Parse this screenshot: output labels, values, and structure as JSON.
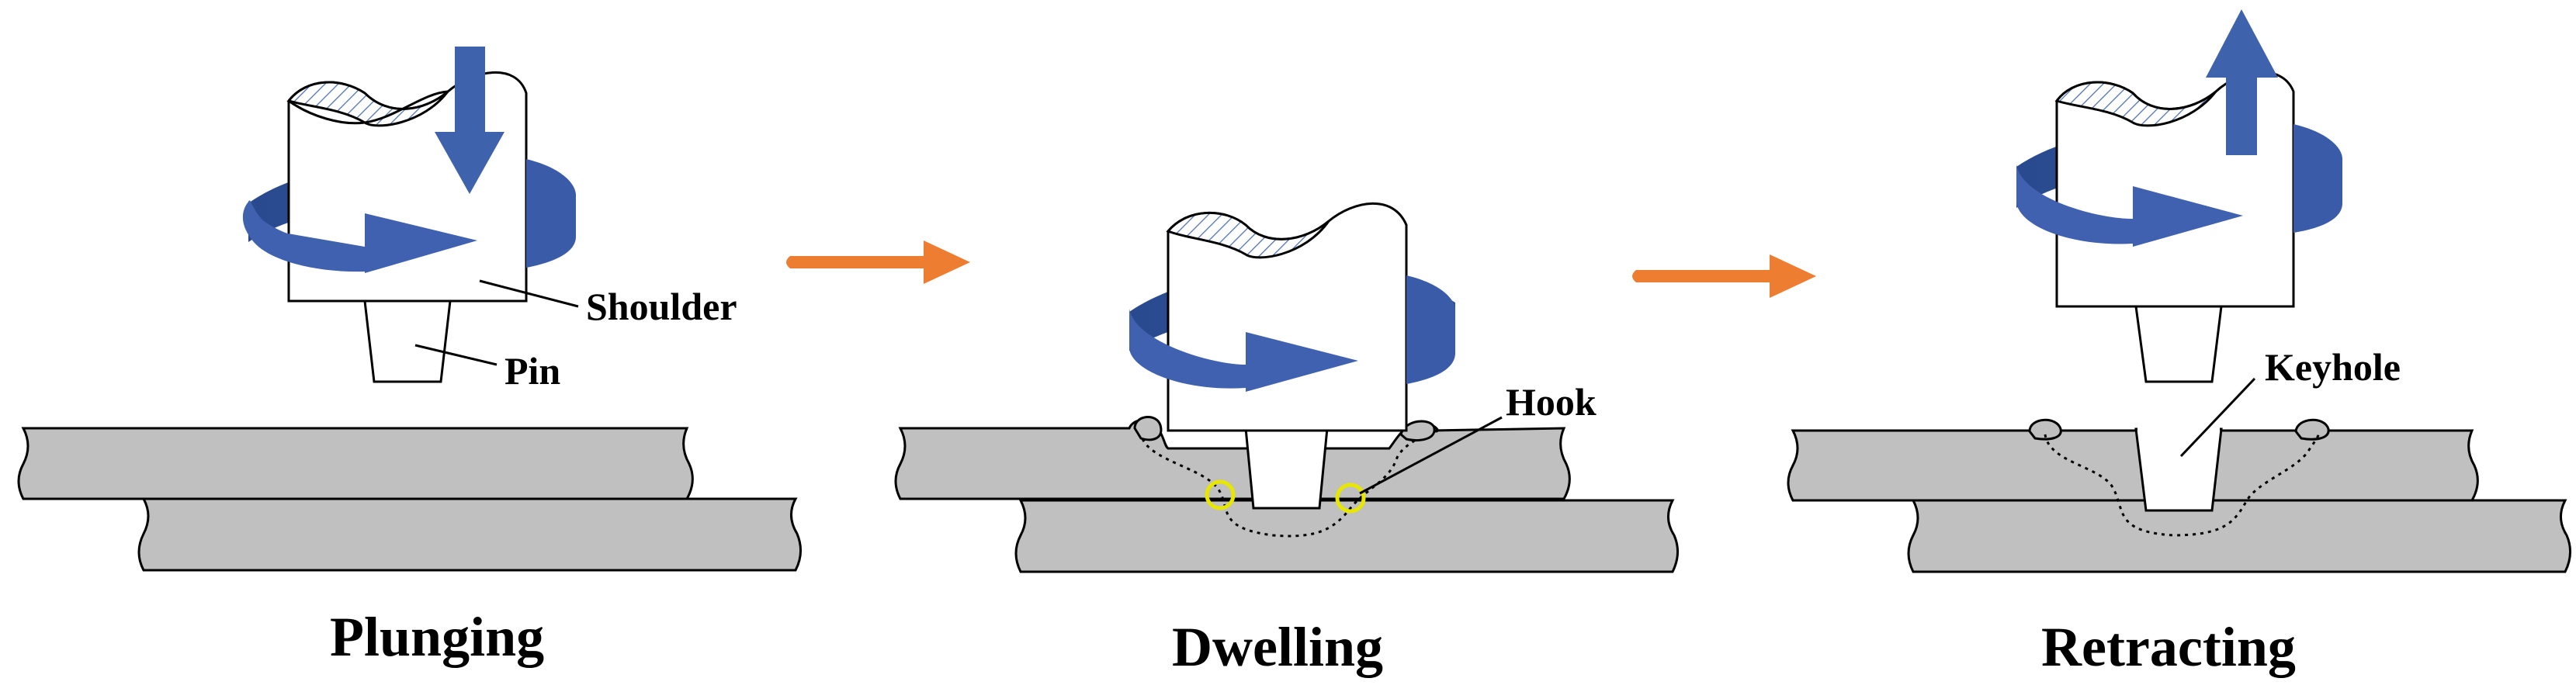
{
  "stages": [
    {
      "title": "Plunging",
      "labels": {
        "shoulder": "Shoulder",
        "pin": "Pin"
      }
    },
    {
      "title": "Dwelling",
      "labels": {
        "hook": "Hook"
      }
    },
    {
      "title": "Retracting",
      "labels": {
        "keyhole": "Keyhole"
      }
    }
  ],
  "colors": {
    "rotation_arrow": "#3f62ad",
    "motion_arrow": "#3f62ad",
    "process_arrow": "#ed7d31",
    "plate": "#c0c0c0",
    "hook_marker": "#e6e600",
    "hatch": "#4a6fb5"
  }
}
